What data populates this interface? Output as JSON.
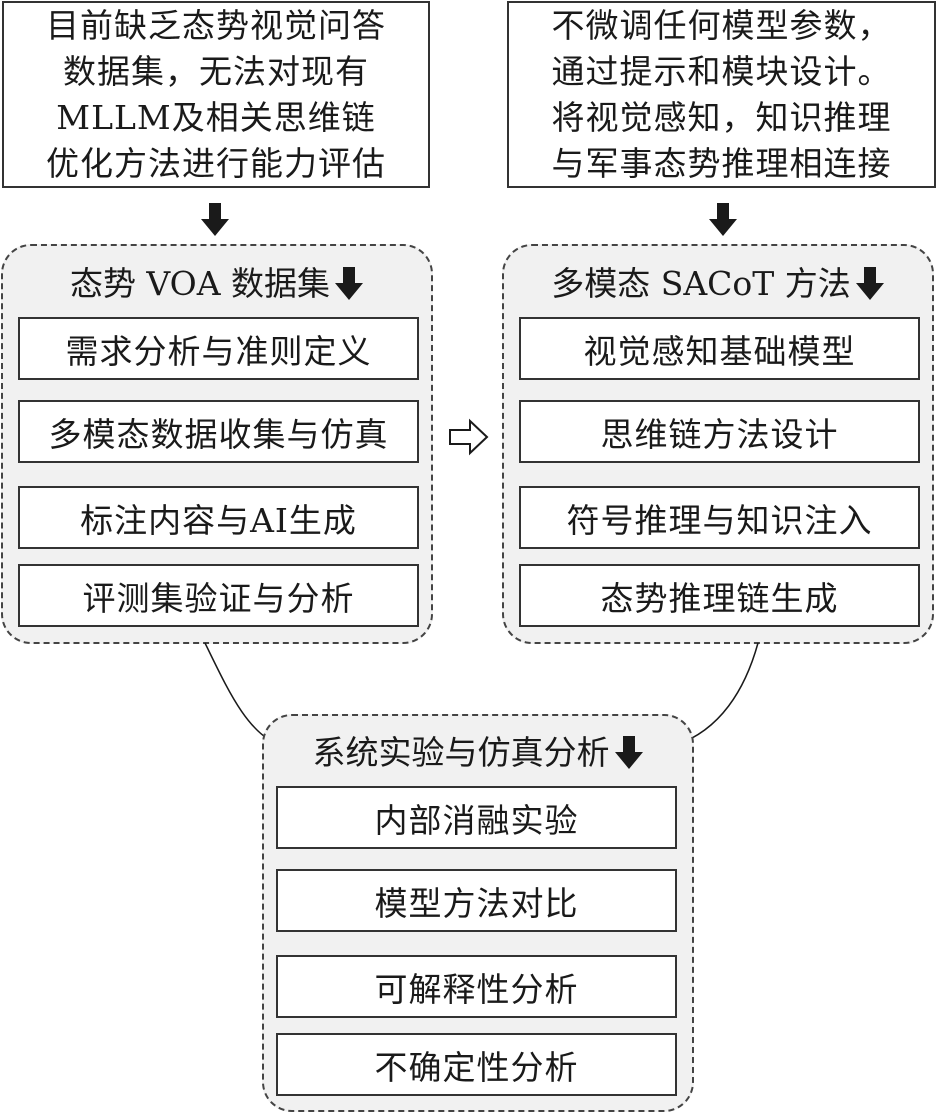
{
  "top_left_box": {
    "lines": [
      "目前缺乏态势视觉问答",
      "数据集，无法对现有",
      "MLLM及相关思维链",
      "优化方法进行能力评估"
    ]
  },
  "top_right_box": {
    "lines": [
      "不微调任何模型参数，",
      "通过提示和模块设计。",
      "将视觉感知，知识推理",
      "与军事态势推理相连接"
    ]
  },
  "dataset_group": {
    "title": "态势 VOA 数据集",
    "items": [
      "需求分析与准则定义",
      "多模态数据收集与仿真",
      "标注内容与AI生成",
      "评测集验证与分析"
    ]
  },
  "method_group": {
    "title": "多模态 SACoT 方法",
    "items": [
      "视觉感知基础模型",
      "思维链方法设计",
      "符号推理与知识注入",
      "态势推理链生成"
    ]
  },
  "experiment_group": {
    "title": "系统实验与仿真分析",
    "items": [
      "内部消融实验",
      "模型方法对比",
      "可解释性分析",
      "不确定性分析"
    ]
  },
  "icons": {
    "down_arrow": "down-arrow-icon",
    "right_hollow_arrow": "right-hollow-arrow-icon"
  }
}
